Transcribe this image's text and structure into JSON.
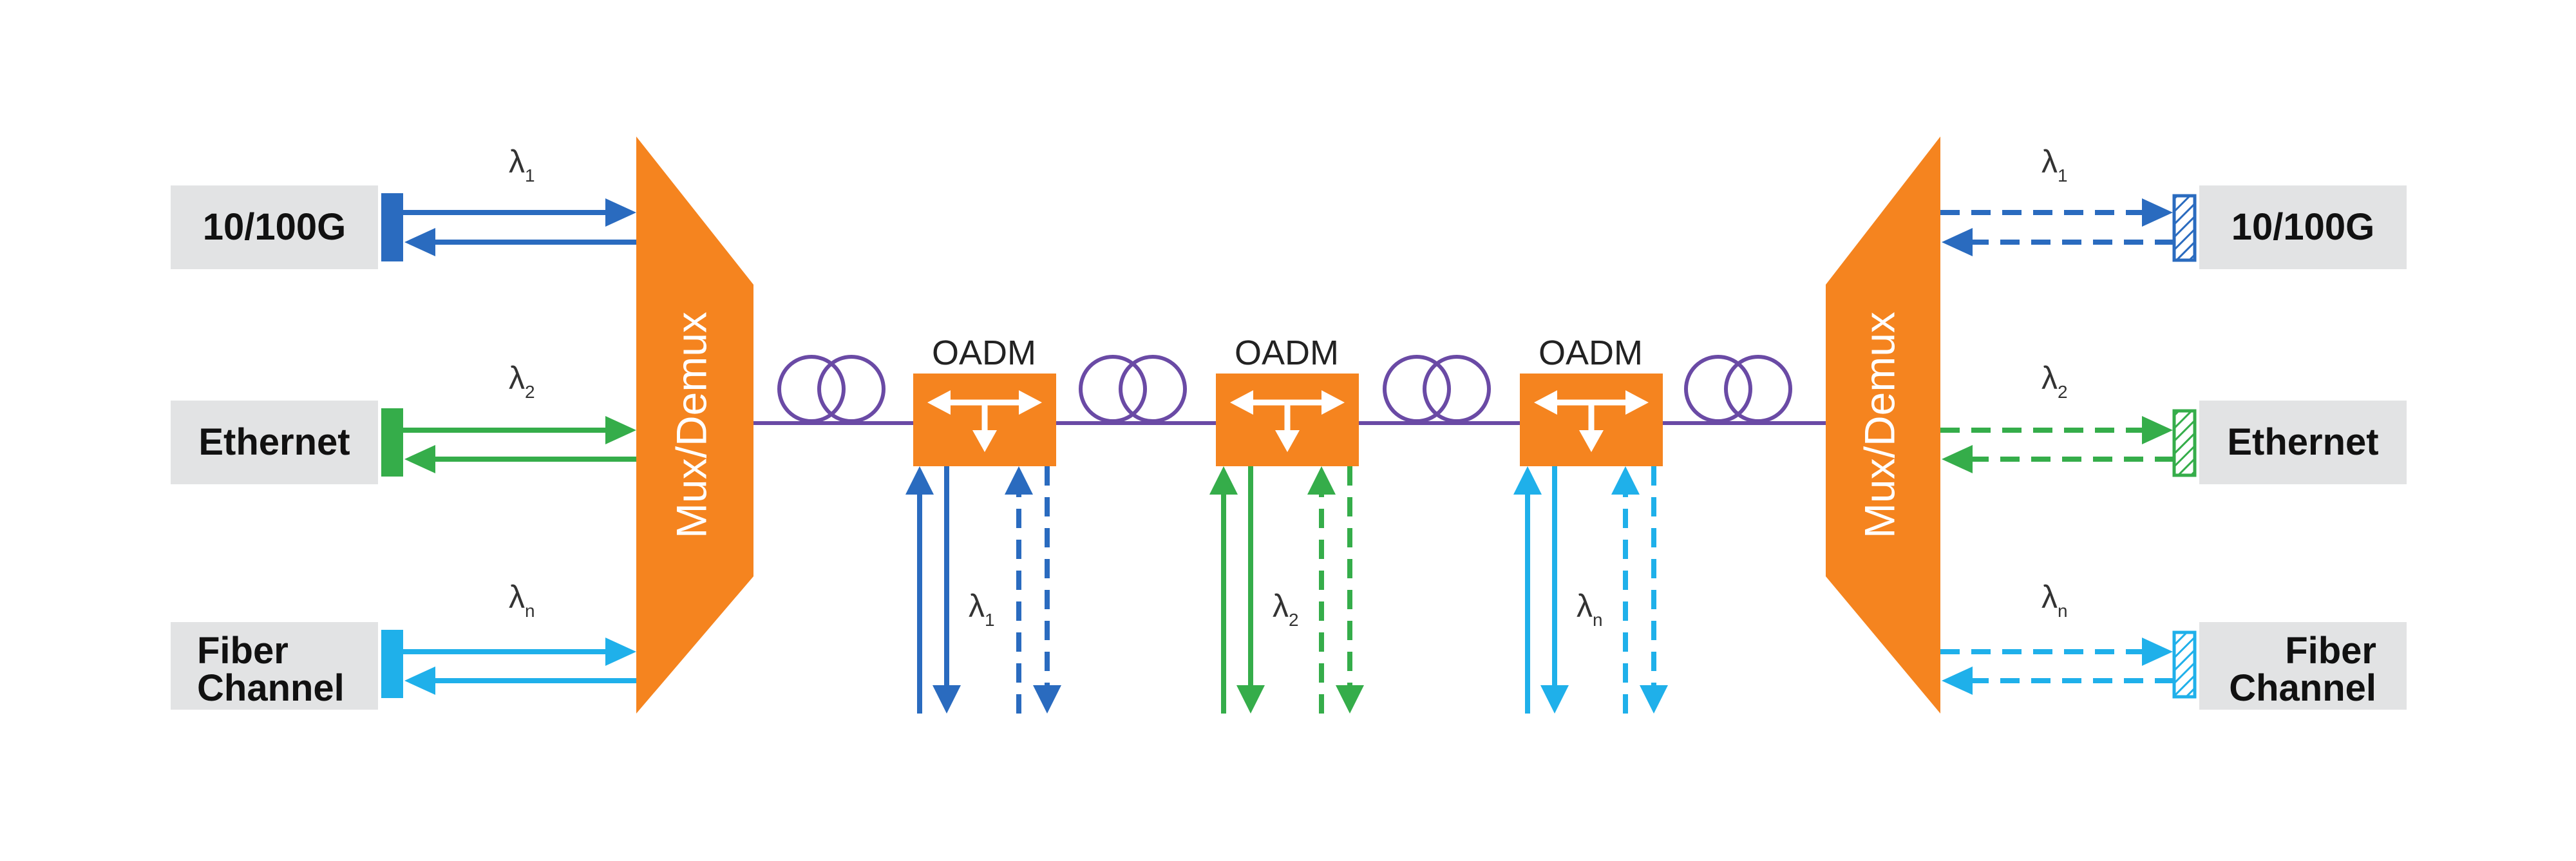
{
  "colors": {
    "orange": "#f5841f",
    "blue": "#2a6bbf",
    "green": "#35ad4a",
    "cyan": "#1fb0ea",
    "fiber": "#6a4aa5",
    "box_gray": "#e2e3e4"
  },
  "left_ports": [
    {
      "label": "10/100G",
      "color": "blue",
      "lambda": "λ",
      "sub": "1"
    },
    {
      "label": "Ethernet",
      "color": "green",
      "lambda": "λ",
      "sub": "2"
    },
    {
      "label_line1": "Fiber",
      "label_line2": "Channel",
      "color": "cyan",
      "lambda": "λ",
      "sub": "n"
    }
  ],
  "right_ports": [
    {
      "label": "10/100G",
      "color": "blue",
      "lambda": "λ",
      "sub": "1"
    },
    {
      "label": "Ethernet",
      "color": "green",
      "lambda": "λ",
      "sub": "2"
    },
    {
      "label_line1": "Fiber",
      "label_line2": "Channel",
      "color": "cyan",
      "lambda": "λ",
      "sub": "n"
    }
  ],
  "mux_left": {
    "label": "Mux/Demux"
  },
  "mux_right": {
    "label": "Mux/Demux"
  },
  "oadms": [
    {
      "label": "OADM",
      "color": "blue",
      "lambda": "λ",
      "sub": "1"
    },
    {
      "label": "OADM",
      "color": "green",
      "lambda": "λ",
      "sub": "2"
    },
    {
      "label": "OADM",
      "color": "cyan",
      "lambda": "λ",
      "sub": "n"
    }
  ]
}
